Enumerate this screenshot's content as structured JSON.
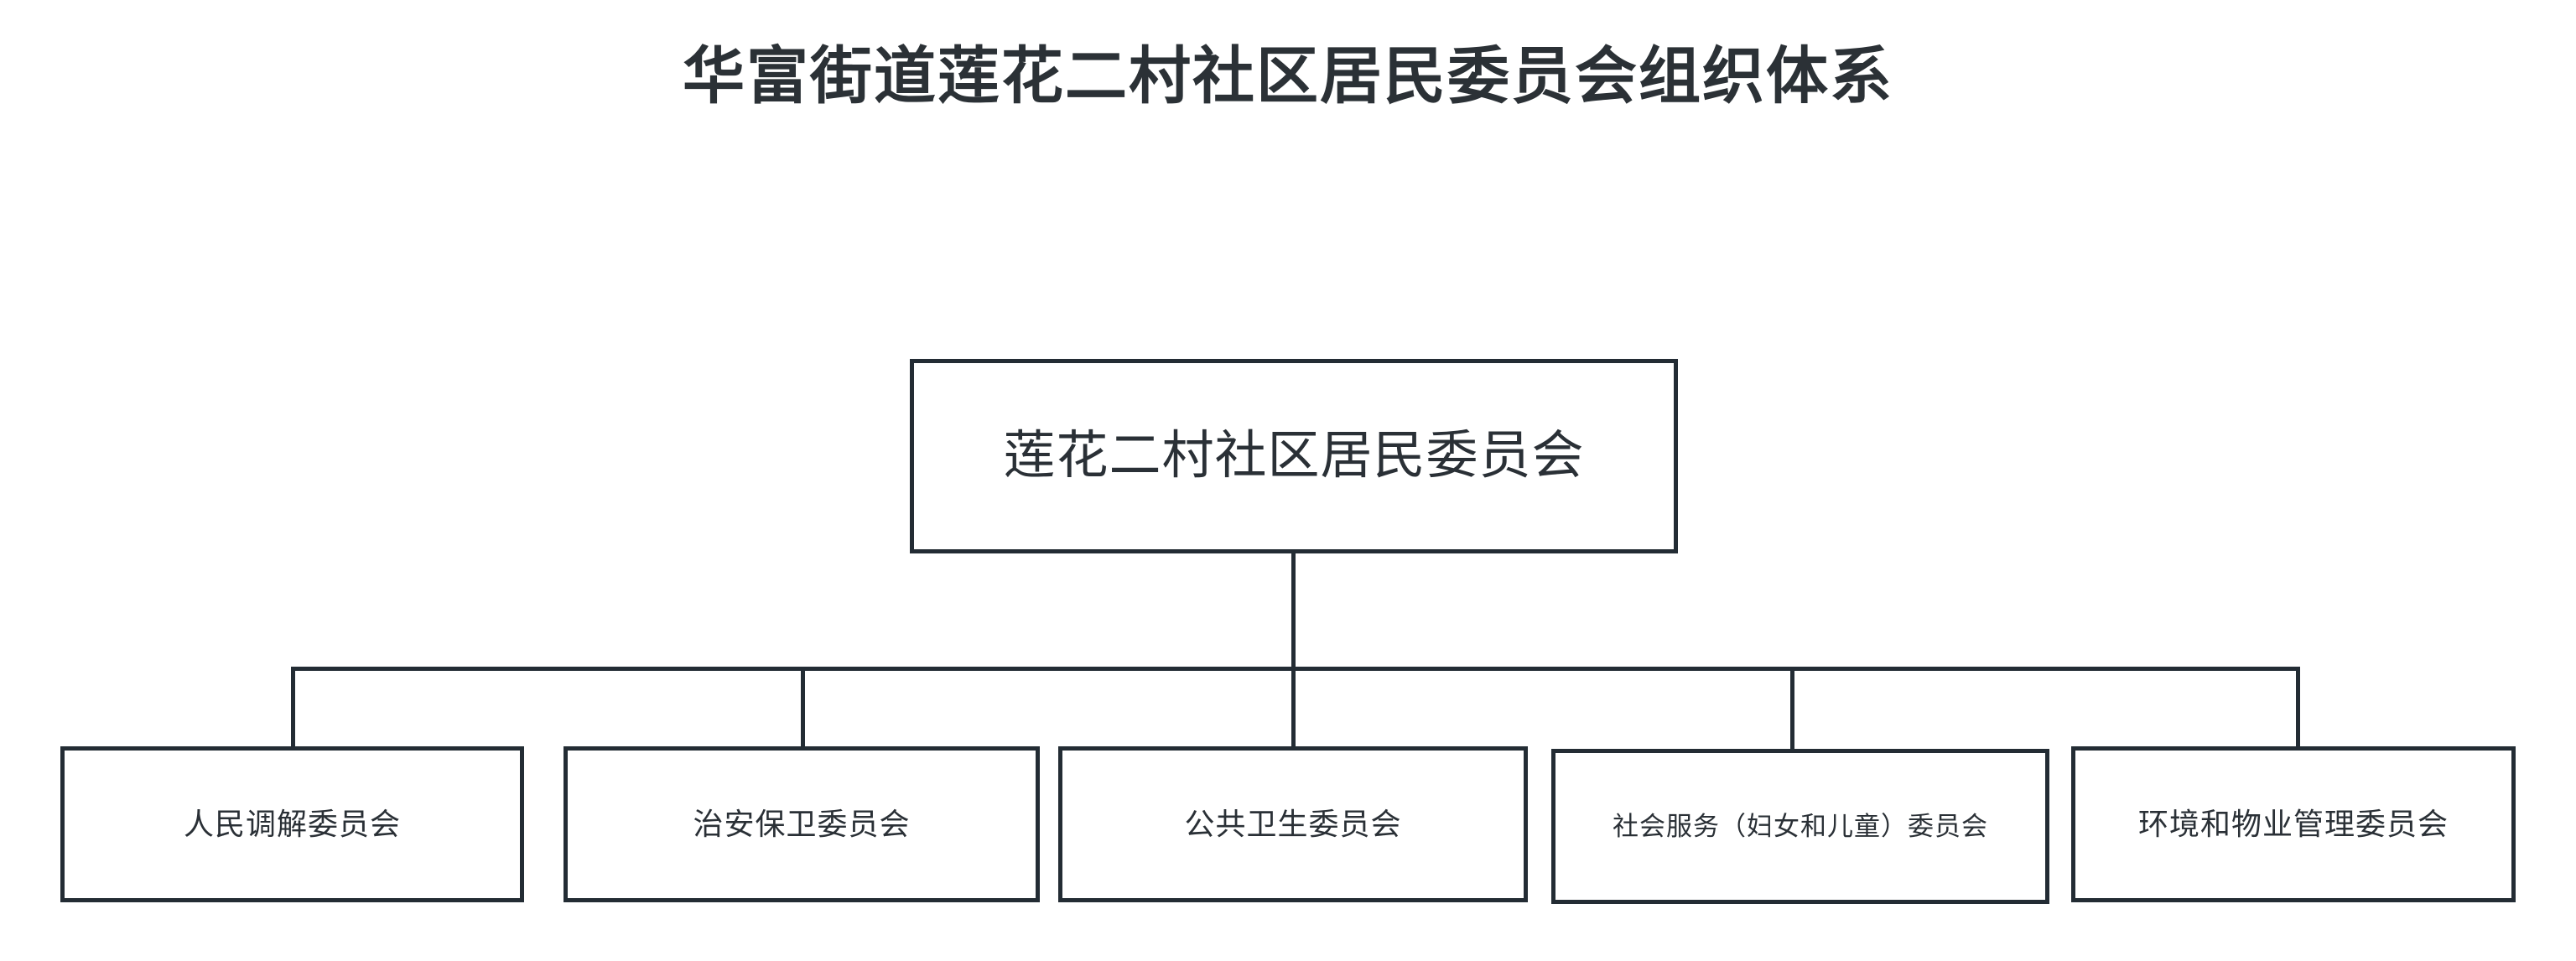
{
  "page": {
    "title": "华富街道莲花二村社区居民委员会组织体系",
    "background_color": "#ffffff",
    "line_color": "#232c34",
    "text_color": "#2a3036"
  },
  "chart_data": {
    "type": "diagram",
    "subtype": "organization-chart",
    "title": "华富街道莲花二村社区居民委员会组织体系",
    "orientation": "top-down",
    "levels": 2,
    "root": {
      "id": "root",
      "label": "莲花二村社区居民委员会"
    },
    "children": [
      {
        "id": "child-1",
        "label": "人民调解委员会"
      },
      {
        "id": "child-2",
        "label": "治安保卫委员会"
      },
      {
        "id": "child-3",
        "label": "公共卫生委员会"
      },
      {
        "id": "child-4",
        "label": "社会服务（妇女和儿童）委员会"
      },
      {
        "id": "child-5",
        "label": "环境和物业管理委员会"
      }
    ],
    "edges": [
      {
        "from": "root",
        "to": "child-1"
      },
      {
        "from": "root",
        "to": "child-2"
      },
      {
        "from": "root",
        "to": "child-3"
      },
      {
        "from": "root",
        "to": "child-4"
      },
      {
        "from": "root",
        "to": "child-5"
      }
    ]
  }
}
